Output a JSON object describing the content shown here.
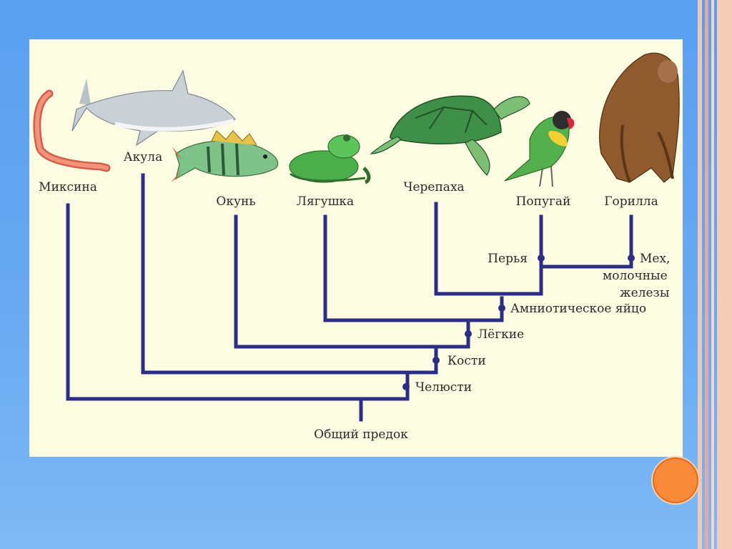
{
  "species": {
    "hagfish": "Миксина",
    "shark": "Акула",
    "perch": "Окунь",
    "frog": "Лягушка",
    "turtle": "Черепаха",
    "parrot": "Попугай",
    "gorilla": "Горилла"
  },
  "traits": {
    "jaws": "Челюсти",
    "bones": "Кости",
    "lungs": "Лёгкие",
    "amniotic_egg": "Амниотическое яйцо",
    "feathers": "Перья",
    "fur_line1": "Мех,",
    "fur_line2": "молочные",
    "fur_line3": "железы"
  },
  "root_label": "Общий предок",
  "colors": {
    "background": "#6aaaf2",
    "panel": "#fcfce2",
    "branch": "#2d2d86",
    "accent_dot": "#f98a3a"
  }
}
